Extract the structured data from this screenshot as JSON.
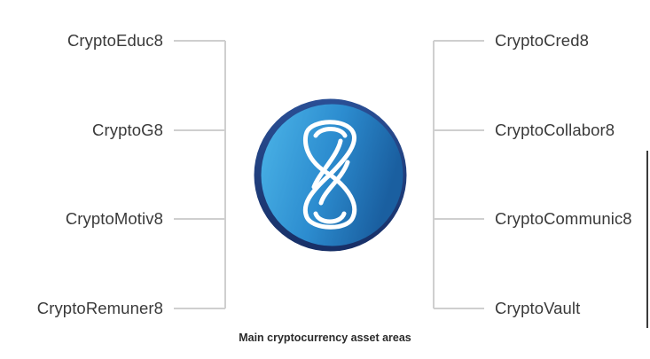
{
  "left_items": [
    {
      "label": "CryptoEduc8"
    },
    {
      "label": "CryptoG8"
    },
    {
      "label": "CryptoMotiv8"
    },
    {
      "label": "CryptoRemuner8"
    }
  ],
  "right_items": [
    {
      "label": "CryptoCred8"
    },
    {
      "label": "CryptoCollabor8"
    },
    {
      "label": "CryptoCommunic8"
    },
    {
      "label": "CryptoVault"
    }
  ],
  "caption": "Main cryptocurrency asset areas",
  "logo": {
    "icon": "figure-eight-logo-icon"
  },
  "colors": {
    "connector": "#cfcfcf",
    "label_text": "#3a3a3a",
    "circle_light": "#4cb5e8",
    "circle_dark": "#1a5fa0",
    "ring": "#1f3c7a"
  }
}
